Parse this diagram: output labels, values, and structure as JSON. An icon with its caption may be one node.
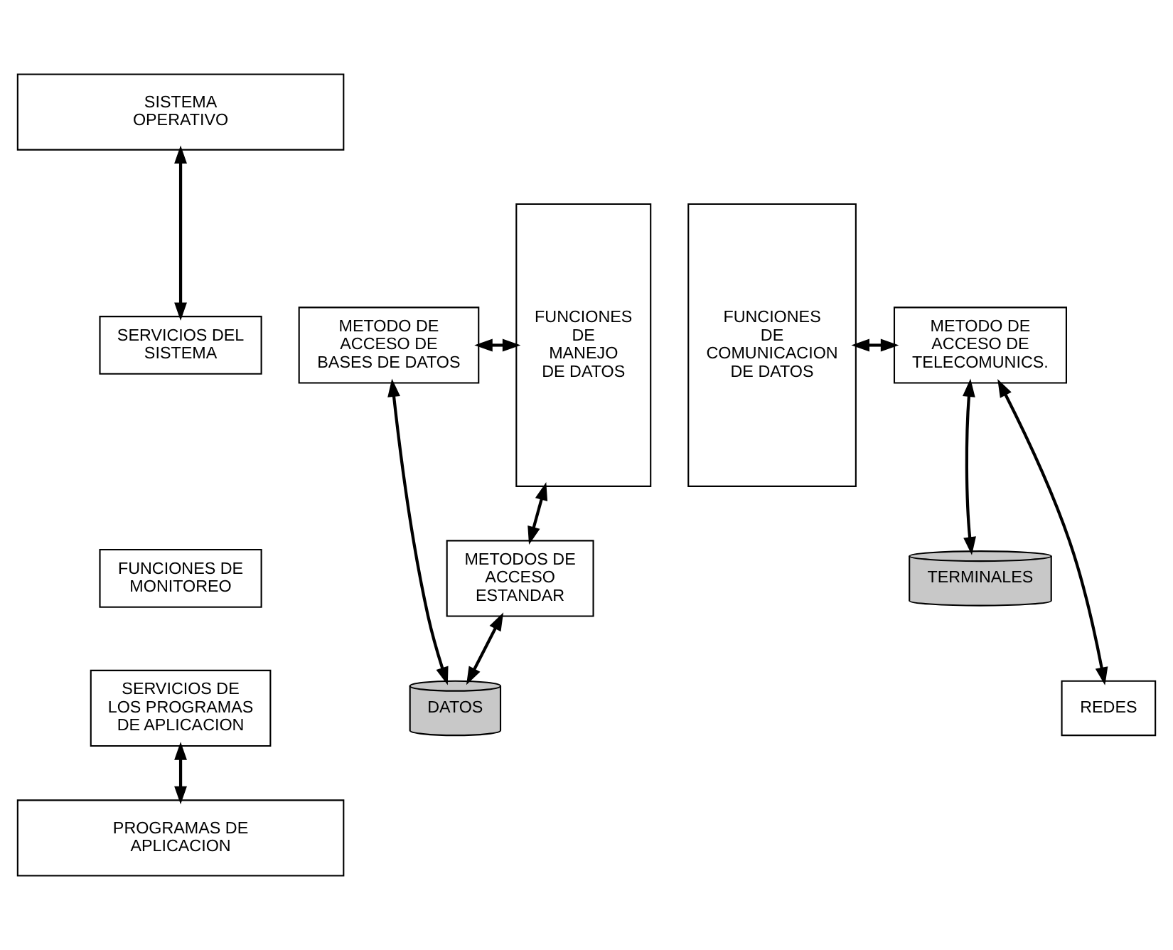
{
  "diagram": {
    "nodes": [
      {
        "text": [
          "SISTEMA OPERATIVO"
        ]
      },
      {
        "text": [
          "METODO DE ACCESO DE BASES DE DATOS"
        ]
      },
      {
        "text": [
          "FUNCIONES DE MANEJO DE DATOS"
        ]
      },
      {
        "text": [
          "SERVICIOS DEL SISTEMA"
        ]
      },
      {
        "text": [
          "FUNCIONES DE MONITOREO"
        ]
      },
      {
        "text": [
          "SERVICIOS DE LOS PROGRAMAS DE APLICACION"
        ]
      },
      {
        "text": [
          "FUNCIONES DE COMUNICACION DE DATOS"
        ]
      },
      {
        "text": [
          "METODO DE ACCESO DE TELECOMUNICS."
        ]
      },
      {
        "text": [
          "METODOS DE ACCESO ESTANDAR"
        ]
      },
      {
        "text": [
          "TERMINALES"
        ]
      },
      {
        "text": [
          "DATOS"
        ]
      },
      {
        "text": [
          "REDES"
        ]
      },
      {
        "text": [
          "PROGRAMAS DE APLICACION"
        ]
      }
    ],
    "edges": [
      {
        "from": 0,
        "to": 3,
        "arrow": "both"
      },
      {
        "from": 1,
        "to": 2,
        "arrow": "both"
      },
      {
        "from": 8,
        "to": 2,
        "arrow": "both"
      },
      {
        "from": 6,
        "to": 7,
        "arrow": "both"
      },
      {
        "from": 1,
        "to": 10,
        "arrow": "both"
      },
      {
        "from": 8,
        "to": 10,
        "arrow": "both"
      },
      {
        "from": 7,
        "to": 9,
        "arrow": "both"
      },
      {
        "from": 7,
        "to": 11,
        "arrow": "both"
      },
      {
        "from": 5,
        "to": 12,
        "arrow": "both"
      }
    ]
  }
}
